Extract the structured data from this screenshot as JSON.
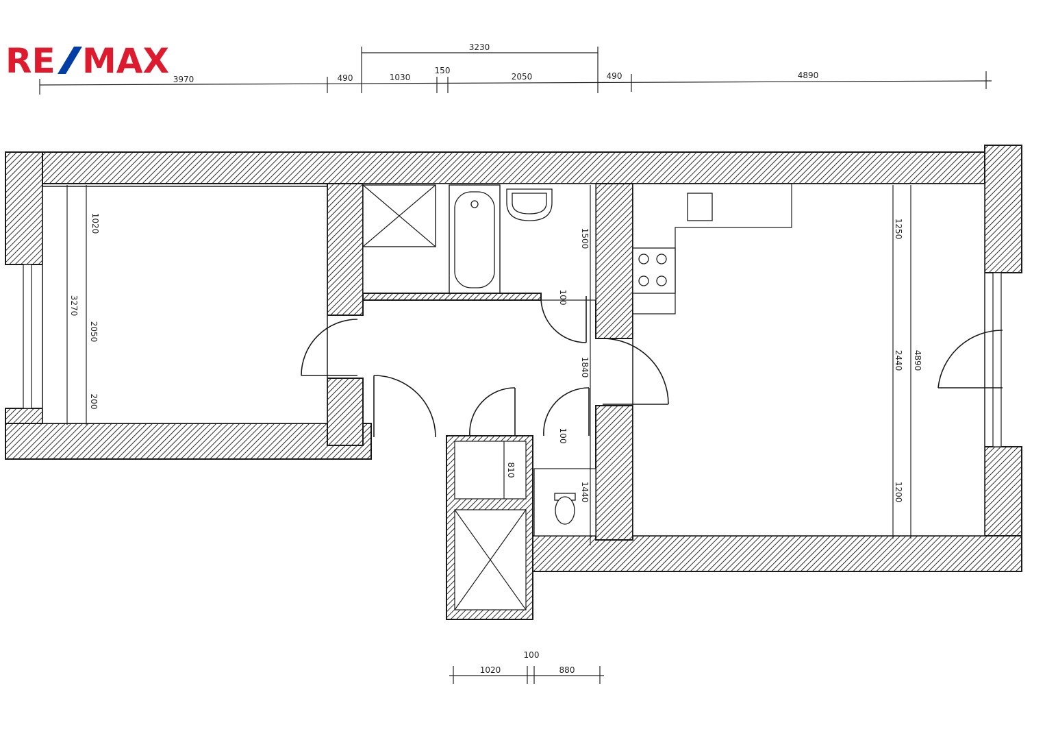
{
  "logo": {
    "text_left": "RE",
    "text_right": "MAX",
    "color_red": "#dc1c2e",
    "color_blue": "#003da5"
  },
  "dimensions": {
    "top_overall": "3230",
    "top_chain": [
      "3970",
      "490",
      "1030",
      "150",
      "2050",
      "490",
      "4890"
    ],
    "left_room": [
      "1020",
      "3270",
      "2050",
      "200"
    ],
    "center": [
      "1500",
      "100",
      "1840",
      "100",
      "810",
      "1440"
    ],
    "right_room": [
      "1250",
      "2440",
      "4890",
      "1200"
    ],
    "bottom": [
      "100",
      "1020",
      "880"
    ]
  },
  "colors": {
    "wall_line": "#1a1a1a",
    "background": "#ffffff"
  }
}
